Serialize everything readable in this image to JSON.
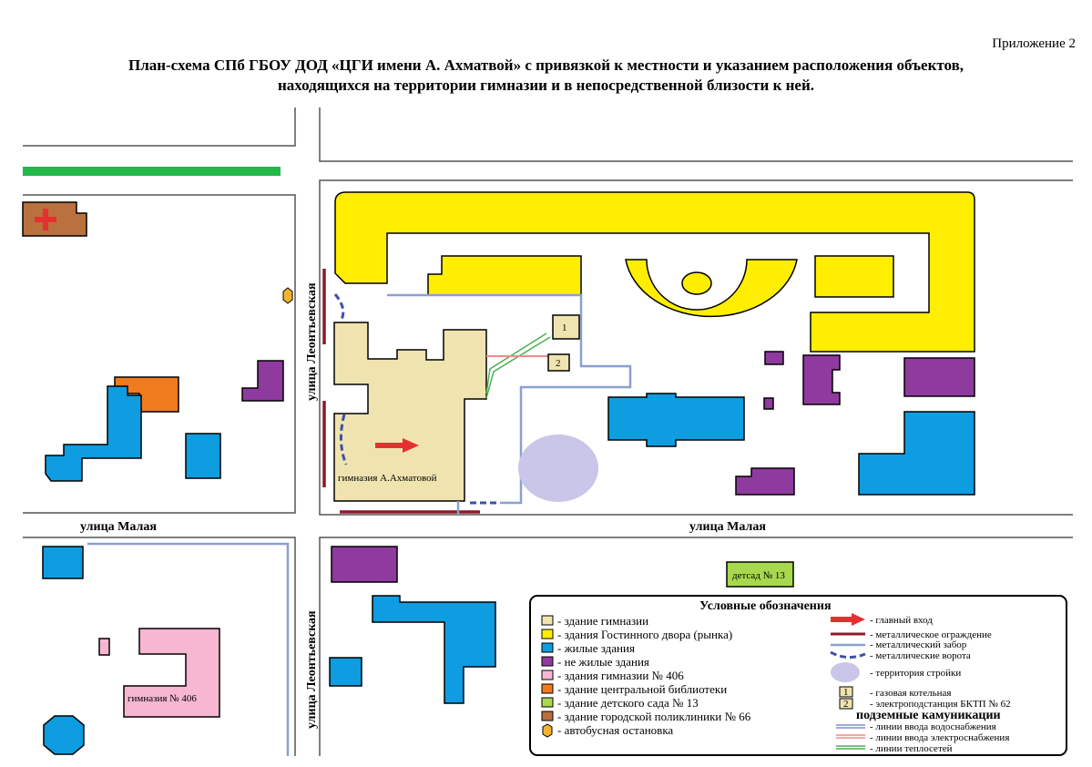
{
  "header": {
    "appendix": "Приложение 2",
    "title_line1": "План-схема СПб ГБОУ ДОД «ЦГИ имени А. Ахматвой» с привязкой к местности и указанием расположения объектов,",
    "title_line2": "находящихся на территории гимназии и в непосредственной близости к ней."
  },
  "streets": {
    "leontyevskaya_top": "улица Леонтьевская",
    "leontyevskaya_bottom": "улица Леонтьевская",
    "malaya_left": "улица Малая",
    "malaya_right": "улица Малая"
  },
  "labels": {
    "gymnasium": "гимназия А.Ахматовой",
    "gymnasium_406": "гимназия № 406",
    "kindergarten": "детсад № 13",
    "boiler_num": "1",
    "substation_num": "2"
  },
  "legend": {
    "title": "Условные обозначения",
    "left_items": [
      {
        "label": "- здание гимназии",
        "color": "#efe4b0"
      },
      {
        "label": "- здания Гостинного двора (рынка)",
        "color": "#ffee00"
      },
      {
        "label": "- жилые здания",
        "color": "#0d9de0"
      },
      {
        "label": "- не жилые здания",
        "color": "#8e3a9e"
      },
      {
        "label": "- здания гимназии № 406",
        "color": "#f7b6d2"
      },
      {
        "label": "- здание центральной библиотеки",
        "color": "#f07a1e"
      },
      {
        "label": "- здание детского сада № 13",
        "color": "#a8d84e"
      },
      {
        "label": "- здание городской поликлиники № 66",
        "color": "#b9713f"
      },
      {
        "label": "- автобусная остановка",
        "color": "#f2b430"
      }
    ],
    "right_items": [
      {
        "label": "- главный вход"
      },
      {
        "label": "- металлическое ограждение"
      },
      {
        "label": "- металлический забор"
      },
      {
        "label": "- металлические ворота"
      },
      {
        "label": "- территория стройки"
      },
      {
        "label": "- газовая котельная"
      },
      {
        "label": "- электроподстанция БКТП № 62"
      }
    ],
    "boiler_code": "1",
    "substation_code": "2",
    "underground_title": "подземные камуникации",
    "underground_items": [
      {
        "label": "- линии ввода водоснабжения",
        "color": "#7f8fd6"
      },
      {
        "label": "- линии ввода электроснабжения",
        "color": "#f08a8a"
      },
      {
        "label": "- линии теплосетей",
        "color": "#4cb050"
      }
    ]
  },
  "colors": {
    "gymnasium": "#efe4b0",
    "market": "#ffee00",
    "residential": "#0d9de0",
    "nonresidential": "#8e3a9e",
    "gym406": "#f7b6d2",
    "library": "#f07a1e",
    "kindergarten": "#a8d84e",
    "clinic": "#b9713f",
    "construction": "#c9c6ea",
    "fence": "#8b1a2a",
    "gate": "#3e50a8",
    "water": "#8aa0d0",
    "power": "#f08a8a",
    "heat": "#4cb050",
    "entrance": "#e53030",
    "green_strip": "#22b84a"
  }
}
